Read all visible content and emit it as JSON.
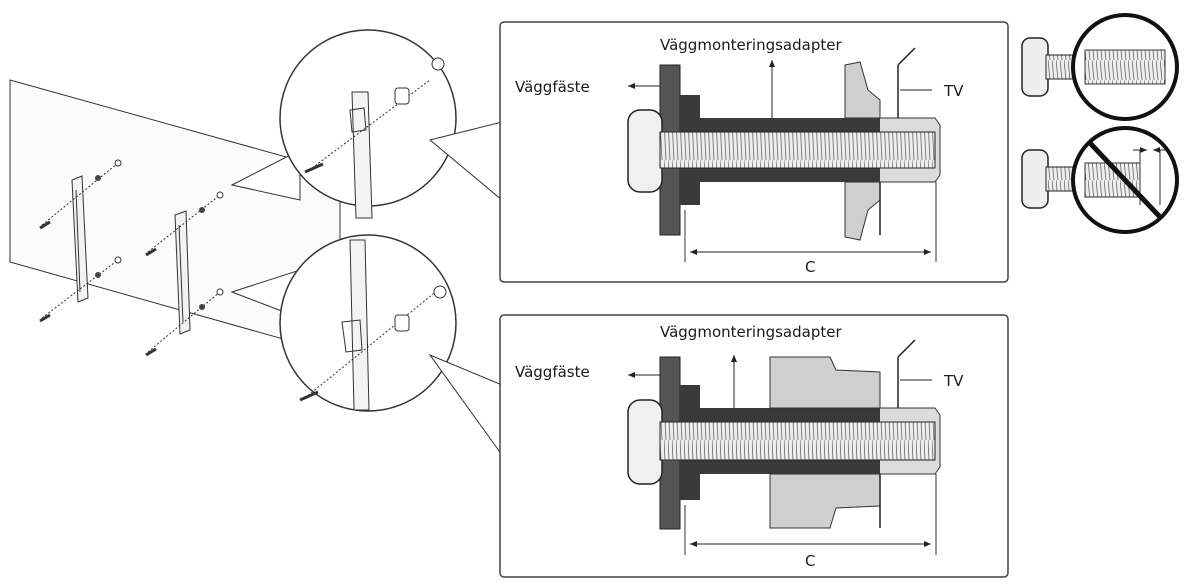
{
  "detail_top": {
    "adapter_label": "Väggmonteringsadapter",
    "bracket_label": "Väggfäste",
    "tv_label": "TV",
    "dimension_label": "C"
  },
  "detail_bottom": {
    "adapter_label": "Väggmonteringsadapter",
    "bracket_label": "Väggfäste",
    "tv_label": "TV",
    "dimension_label": "C"
  },
  "screw_checks": [
    {
      "name": "correct-thread-engagement"
    },
    {
      "name": "incorrect-thread-engagement"
    }
  ],
  "colors": {
    "line": "#222222",
    "dark_adapter": "#3a3a3a",
    "tv_grey": "#cfcfcf",
    "screw_fill": "#e6e6e6"
  }
}
